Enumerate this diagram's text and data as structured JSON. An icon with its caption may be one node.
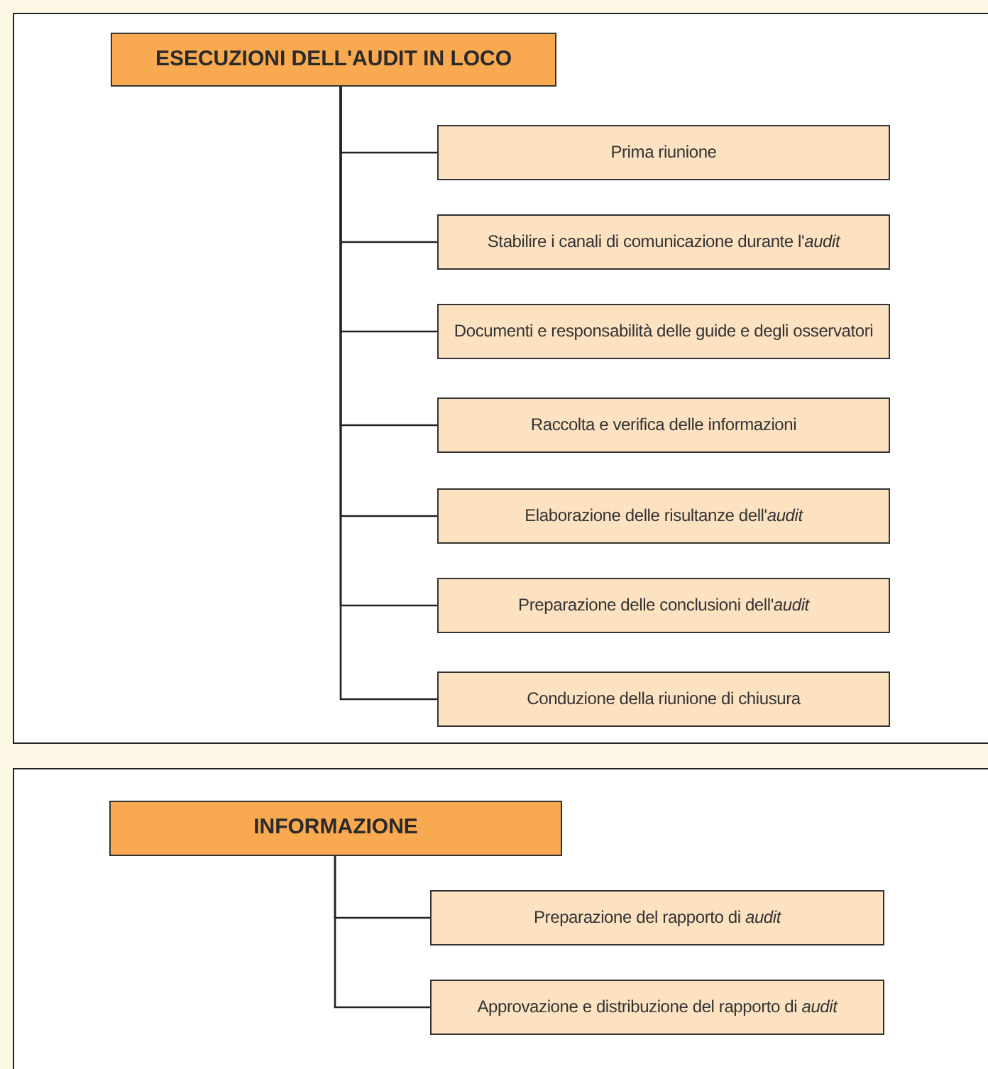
{
  "diagram": {
    "nodes": [
      {
        "text": [
          "ESECUZIONI DELL'AUDIT IN LOCO"
        ]
      },
      {
        "text": [
          "Prima riunione"
        ]
      },
      {
        "text": [
          "Stabilire i canali di comunicazione durante l'*audit*"
        ]
      },
      {
        "text": [
          "Documenti e responsabilità delle guide e degli osservatori"
        ]
      },
      {
        "text": [
          "Raccolta e verifica delle informazioni"
        ]
      },
      {
        "text": [
          "Elaborazione delle risultanze dell'*audit*"
        ]
      },
      {
        "text": [
          "Preparazione delle conclusioni dell'*audit*"
        ]
      },
      {
        "text": [
          "Conduzione della riunione di chiusura"
        ]
      },
      {
        "text": [
          "INFORMAZIONE"
        ]
      },
      {
        "text": [
          "Preparazione del rapporto di *audit*"
        ]
      },
      {
        "text": [
          "Approvazione e distribuzione del rapporto di *audit*"
        ]
      }
    ],
    "edges": [
      {
        "from": 0,
        "to": 1,
        "arrow": "none"
      },
      {
        "from": 0,
        "to": 2,
        "arrow": "none"
      },
      {
        "from": 0,
        "to": 3,
        "arrow": "none"
      },
      {
        "from": 0,
        "to": 4,
        "arrow": "none"
      },
      {
        "from": 0,
        "to": 5,
        "arrow": "none"
      },
      {
        "from": 0,
        "to": 6,
        "arrow": "none"
      },
      {
        "from": 0,
        "to": 7,
        "arrow": "none"
      },
      {
        "from": 8,
        "to": 9,
        "arrow": "none"
      },
      {
        "from": 8,
        "to": 10,
        "arrow": "none"
      }
    ]
  }
}
